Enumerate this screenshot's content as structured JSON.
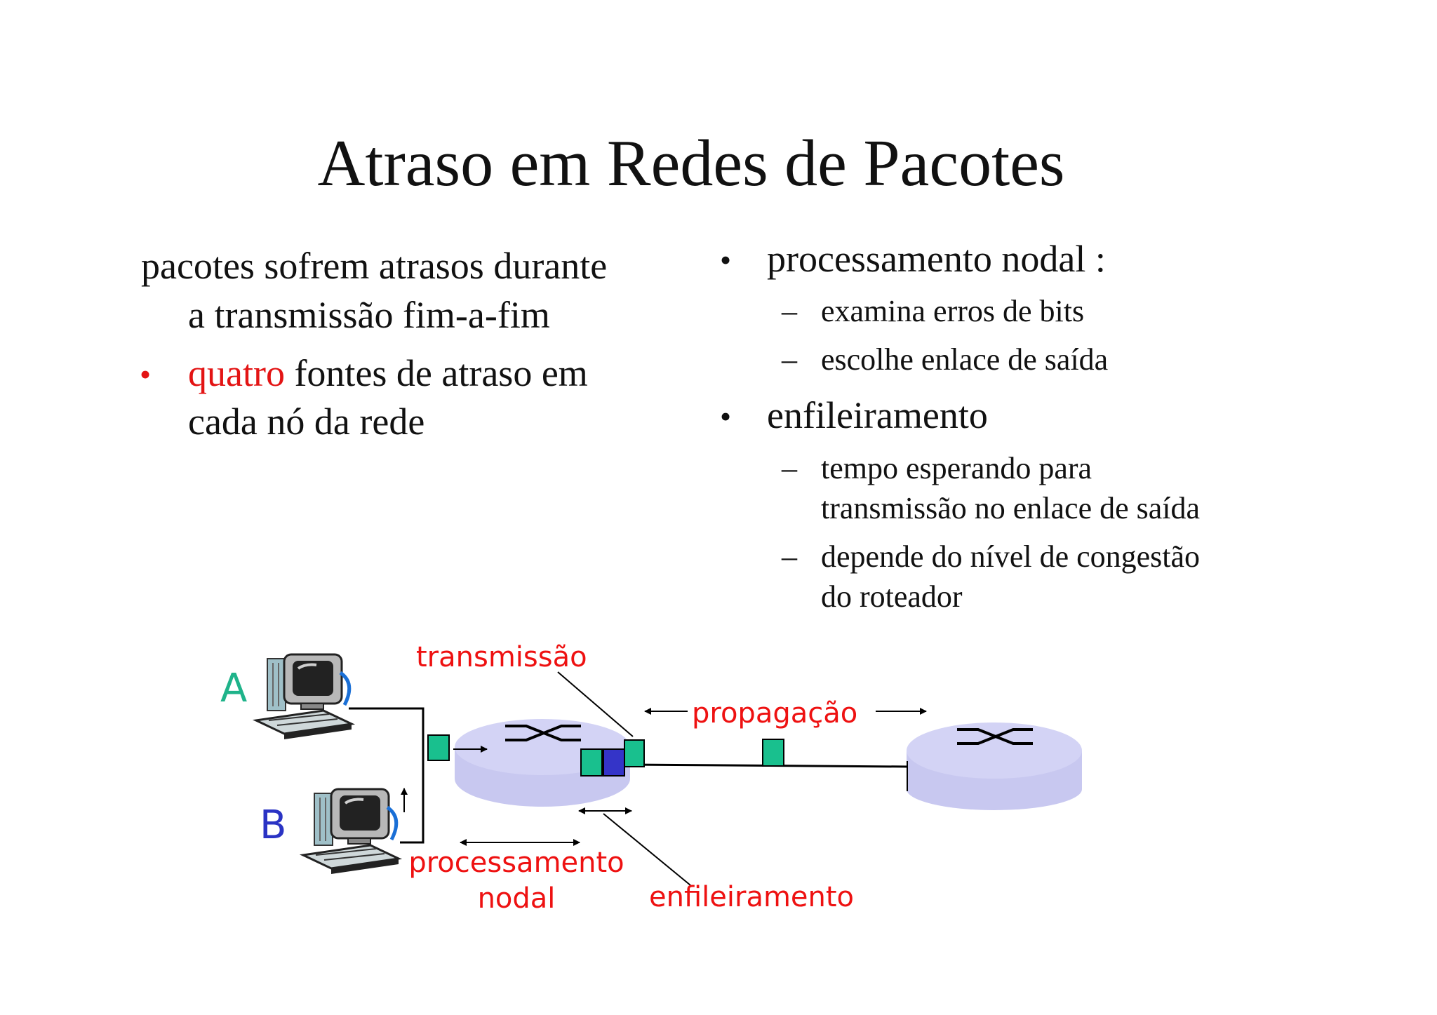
{
  "slide": {
    "title": "Atraso em Redes de Pacotes",
    "left": {
      "intro_line1": "pacotes sofrem atrasos durante",
      "intro_line2": "a transmissão fim-a-fim",
      "bullet_highlight": "quatro",
      "bullet_rest": "fontes de atraso em",
      "bullet_line2": "cada nó da rede"
    },
    "right": {
      "item1_title": "processamento nodal :",
      "item1_sub1": "examina erros de bits",
      "item1_sub2": "escolhe enlace de saída",
      "item2_title": "enfileiramento",
      "item2_sub1_line1": "tempo esperando para",
      "item2_sub1_line2": "transmissão no enlace de saída",
      "item2_sub2_line1": "depende do nível de congestão",
      "item2_sub2_line2": "do roteador"
    },
    "bullet_glyph": "•",
    "dash_glyph": "–"
  },
  "diagram": {
    "host_a": "A",
    "host_b": "B",
    "label_transmission": "transmissão",
    "label_propagation": "propagação",
    "label_processing_line1": "processamento",
    "label_processing_line2": "nodal",
    "label_queueing": "enfileiramento"
  },
  "colors": {
    "accent_red": "#ee1111",
    "host_a": "#1fb38a",
    "host_b": "#2a33c4",
    "packet_green": "#19c08e",
    "packet_blue": "#3434c8",
    "router_fill": "#c8c8f0"
  }
}
